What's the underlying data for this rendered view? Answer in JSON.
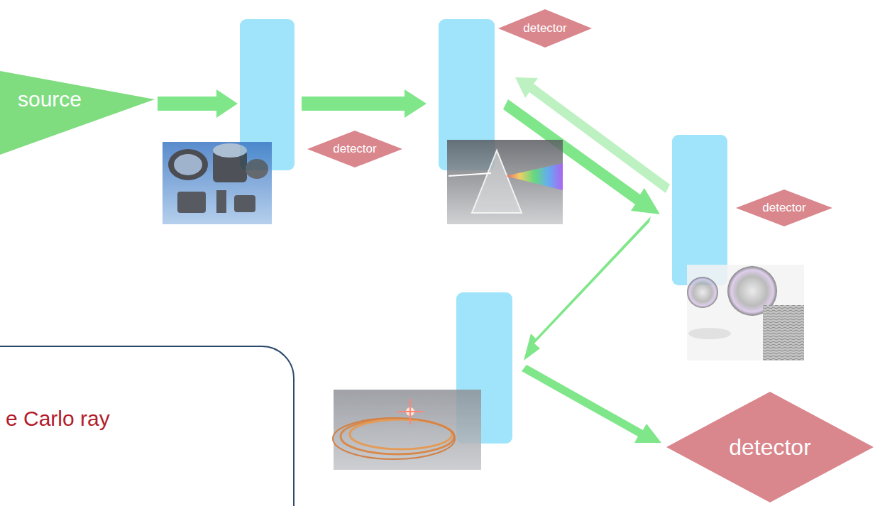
{
  "diagram": {
    "nodes": [
      {
        "text": [
          "source"
        ]
      },
      {
        "text": [
          "detector"
        ]
      },
      {
        "text": [
          "detector"
        ]
      },
      {
        "text": [
          "detector"
        ]
      },
      {
        "text": [
          "e Carlo ray"
        ]
      },
      {
        "text": [
          "detector"
        ]
      }
    ]
  }
}
